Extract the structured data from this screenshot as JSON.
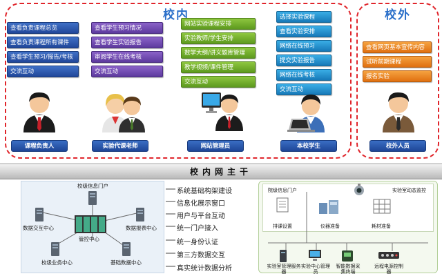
{
  "campus_inner": {
    "title": "校内",
    "roles": [
      {
        "label": "课程负责人",
        "functions": [
          "查看负责课程总览",
          "查看负责课程所有课件",
          "查看学生预习/报告/考核",
          "交流互动"
        ]
      },
      {
        "label": "实验代课老师",
        "functions": [
          "查看学生预习情况",
          "查看学生实验报告",
          "审阅学生在线考核",
          "交流互动"
        ]
      },
      {
        "label": "网站管理员",
        "functions": [
          "网站实验课程安排",
          "实验教师/学生安排",
          "数学大纲/讲义题库管理",
          "教学视频/课件管理",
          "交流互动"
        ]
      },
      {
        "label": "本校学生",
        "functions": [
          "选择实验课程",
          "查看实验安排",
          "网络在线预习",
          "提交实验报告",
          "网络在线考核",
          "交流互动"
        ]
      }
    ]
  },
  "campus_outer": {
    "title": "校外",
    "role": {
      "label": "校外人员",
      "functions": [
        "查看网页基本宣传内容",
        "试听前期课程",
        "报名实验"
      ]
    }
  },
  "backbone": {
    "label": "校内网主干"
  },
  "left_panel": {
    "nodes": {
      "portal": "校级信息门户",
      "exchange": "数据交互中心",
      "report": "数据报表中心",
      "control": "管控中心",
      "business": "校级业务中心",
      "basic": "基础数据中心"
    }
  },
  "services": [
    "系统基础构架建设",
    "信息化展示窗口",
    "用户与平台互动",
    "统一门户接入",
    "统一身份认证",
    "第三方数据交互",
    "真实统计数据分析"
  ],
  "right_panel": {
    "portal": "院级信息门户",
    "monitor": "实验室动态监控",
    "stations": [
      "排课设置",
      "仪器准备",
      "耗材准备"
    ],
    "devices": [
      "实验室管理服务器",
      "实验中心管理员",
      "智能数据采集终端",
      "远程电源控制器"
    ]
  },
  "colors": {
    "region_border": "#e0252b",
    "title": "#2a6fc9",
    "blue": "#2a58b0",
    "purple": "#6b47ad",
    "green": "#72ad2b",
    "cyan": "#2691d2",
    "orange": "#ec8420"
  }
}
